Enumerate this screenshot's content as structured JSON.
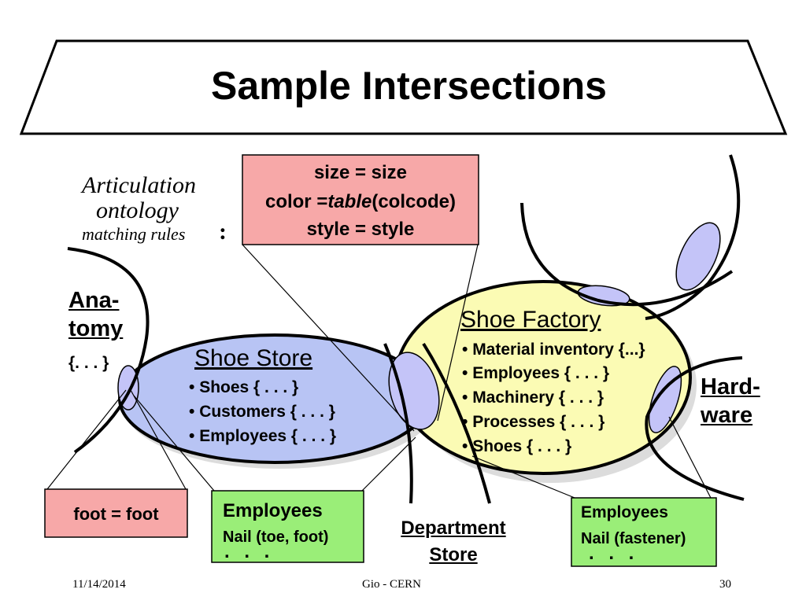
{
  "title": "Sample Intersections",
  "articulation": {
    "line1": "Articulation",
    "line2": "ontology",
    "line3": "matching rules",
    "colon": ":"
  },
  "rules_box": {
    "line1": "size = size",
    "line2_prefix": "color =",
    "line2_italic": "table",
    "line2_suffix": "(colcode)",
    "line3": "style = style"
  },
  "anatomy": {
    "line1": "Ana-",
    "line2": "tomy",
    "body": "{. . . }"
  },
  "shoe_store": {
    "title": "Shoe Store",
    "items": [
      "Shoes { . . . }",
      "Customers { . . . }",
      "Employees { . . . }"
    ]
  },
  "shoe_factory": {
    "title": "Shoe Factory",
    "items": [
      "Material inventory {...}",
      "Employees { . . . }",
      "Machinery { . . . }",
      "Processes { . . . }",
      "Shoes { . . . }"
    ]
  },
  "hardware": {
    "line1": "Hard-",
    "line2": "ware"
  },
  "department_store": {
    "line1": "Department",
    "line2": "Store"
  },
  "foot_box": {
    "text": "foot = foot"
  },
  "employees_box_left": {
    "line1": "Employees",
    "line2": "Nail (toe, foot)",
    "dots": ". . ."
  },
  "employees_box_right": {
    "line1": "Employees",
    "line2": "Nail (fastener)",
    "dots": ". . ."
  },
  "footer": {
    "date": "11/14/2014",
    "center": "Gio - CERN",
    "page": "30"
  },
  "colors": {
    "pink_box": "#f7a8a8",
    "green_box": "#9aee78",
    "shoe_store_fill": "#b8c4f4",
    "shoe_factory_fill": "#fbfbb4",
    "intersection_fill": "#c4c4f8"
  }
}
